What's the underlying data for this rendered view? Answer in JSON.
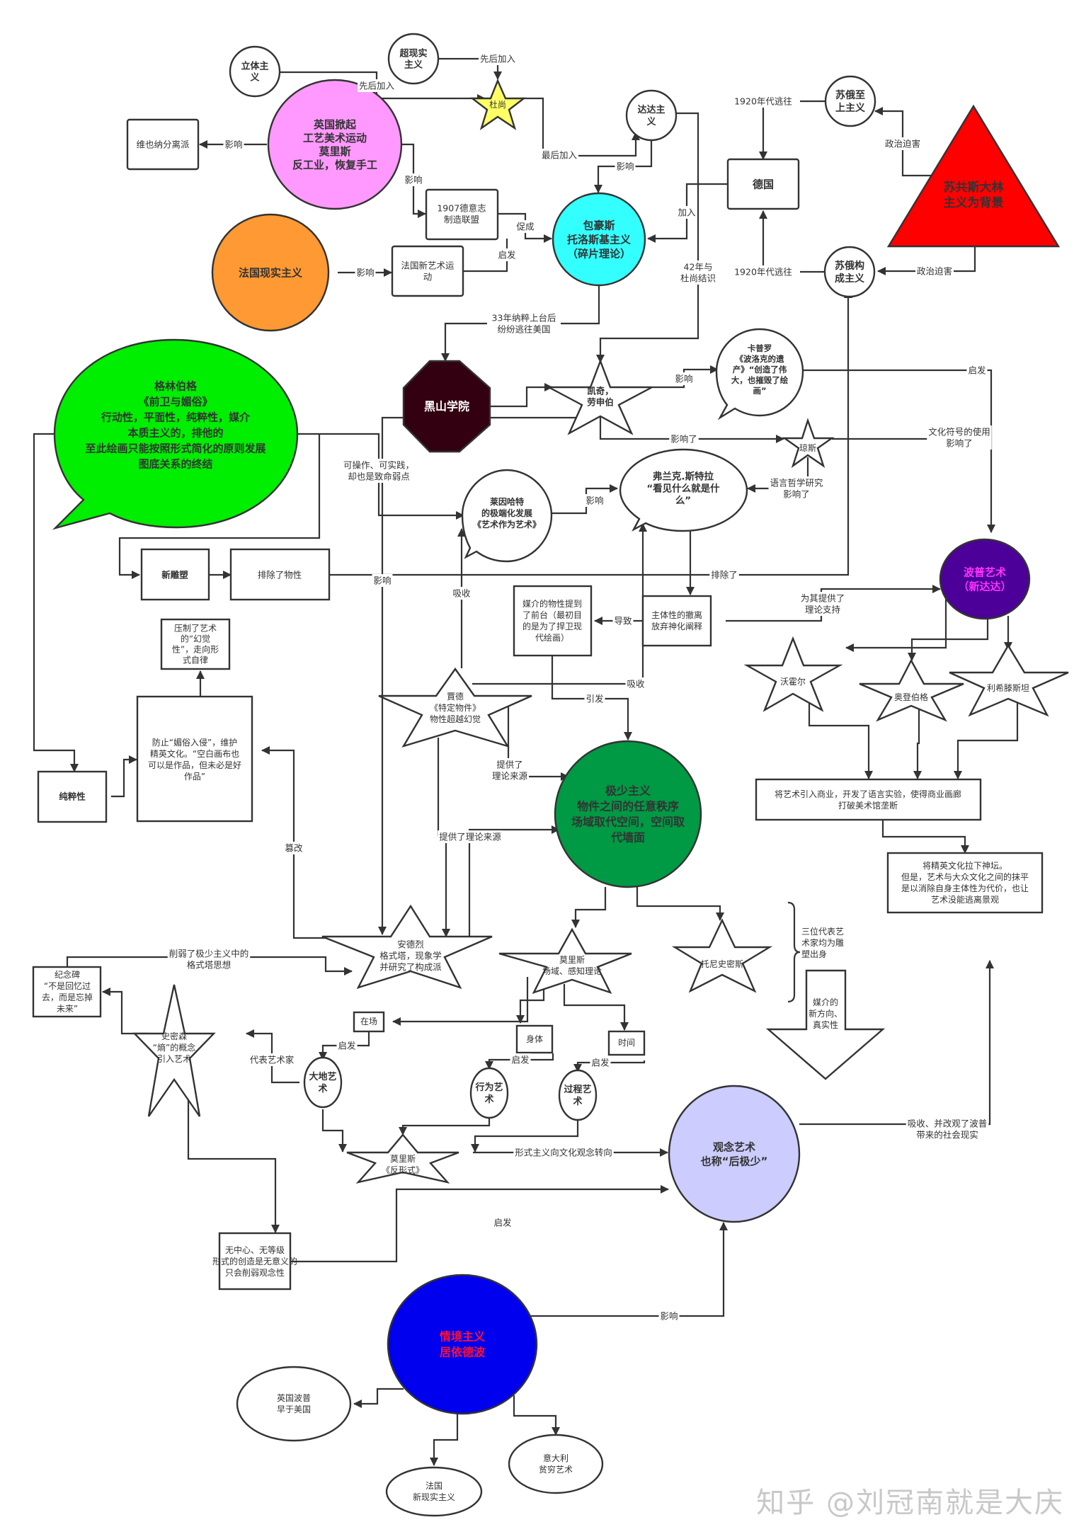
{
  "title": "现代艺术流派关系图",
  "watermark": "知乎 @刘冠南就是大庆",
  "colors": {
    "pink": "#FF99FF",
    "orange": "#FF9933",
    "cyan": "#33FFFF",
    "yellow_star": "#FFFF66",
    "red": "#FF0000",
    "green_bubble": "#00EE00",
    "dark_octagon": "#330011",
    "purple": "#4C0099",
    "pop_text": "#FF33FF",
    "minimal_green": "#009944",
    "lavender": "#CCCCFF",
    "blue": "#0000EE",
    "situ_text": "#FF1133"
  },
  "nodes": {
    "cubism": {
      "label": [
        "立体主",
        "义"
      ]
    },
    "surrealism": {
      "label": [
        "超现实",
        "主义"
      ]
    },
    "duchamp": {
      "label": [
        "杜尚"
      ]
    },
    "arts_crafts": {
      "label": [
        "英国掀起",
        "工艺美术运动",
        "莫里斯",
        "反工业，恢复手工"
      ]
    },
    "vienna": {
      "label": [
        "维也纳分离派"
      ]
    },
    "dada": {
      "label": [
        "达达主",
        "义"
      ]
    },
    "werkbund": {
      "label": [
        "1907德意志",
        "制造联盟"
      ]
    },
    "french_realism": {
      "label": [
        "法国现实主义"
      ]
    },
    "art_nouveau": {
      "label": [
        "法国新艺术运",
        "动"
      ]
    },
    "bauhaus": {
      "label": [
        "包豪斯",
        "托洛斯基主义",
        "（碎片理论）"
      ]
    },
    "germany": {
      "label": [
        "德国"
      ]
    },
    "suprematism": {
      "label": [
        "苏俄至",
        "上主义"
      ]
    },
    "constructivism": {
      "label": [
        "苏俄构",
        "成主义"
      ]
    },
    "stalin": {
      "label": [
        "苏共斯大林",
        "主义为背景"
      ]
    },
    "greenberg": {
      "label": [
        "格林伯格",
        "《前卫与媚俗》",
        "行动性，平面性，纯粹性，媒介",
        "本质主义的，排他的",
        "至此绘画只能按照形式简化的原则发展",
        "图底关系的终结"
      ]
    },
    "black_mountain": {
      "label": [
        "黑山学院"
      ]
    },
    "cage": {
      "label": [
        "凯奇，",
        "劳申伯"
      ]
    },
    "kaprow": {
      "label": [
        "卡普罗",
        "《波洛克的遗",
        "产》“创造了伟",
        "大，也摧毁了绘",
        "画”"
      ]
    },
    "johns": {
      "label": [
        "琼斯"
      ]
    },
    "reinhardt": {
      "label": [
        "莱因哈特",
        "的极端化发展",
        "《艺术作为艺术》"
      ]
    },
    "stella": {
      "label": [
        "弗兰克.斯特拉",
        "“看见什么就是什",
        "么”"
      ]
    },
    "new_sculpture": {
      "label": [
        "新雕塑"
      ]
    },
    "exclude_object": {
      "label": [
        "排除了物性"
      ]
    },
    "suppress": {
      "label": [
        "压制了艺术",
        "的“幻觉",
        "性”，走向形",
        "式自律"
      ]
    },
    "prevent_kitsch": {
      "label": [
        "防止“媚俗入侵”，维护",
        "精英文化。“空白画布也",
        "可以是作品，但未必是好",
        "作品”"
      ]
    },
    "purity": {
      "label": [
        "纯粹性"
      ]
    },
    "medium_front": {
      "label": [
        "媒介的物性提到",
        "了前台（最初目",
        "的是为了捍卫现",
        "代绘画）"
      ]
    },
    "subjectivity": {
      "label": [
        "主体性的撤离",
        "放弃神化阐释"
      ]
    },
    "pop_art": {
      "label": [
        "波普艺术",
        "（新达达）"
      ]
    },
    "judd": {
      "label": [
        "賈德",
        "《特定物件》",
        "物性超越幻觉"
      ]
    },
    "warhol": {
      "label": [
        "沃霍尔"
      ]
    },
    "oldenburg": {
      "label": [
        "奥登伯格"
      ]
    },
    "lichtenstein": {
      "label": [
        "利希滕斯坦"
      ]
    },
    "minimalism": {
      "label": [
        "极少主义",
        "物件之间的任意秩序",
        "场域取代空间，空间取",
        "代墙面"
      ]
    },
    "commerce": {
      "label": [
        "将艺术引入商业，开发了语言实验，使得商业画廊",
        "打破美术馆垄断"
      ]
    },
    "elite_down": {
      "label": [
        "将精英文化拉下神坛。",
        "但是，艺术与大众文化之间的抹平",
        "是以消除自身主体性为代价，也让",
        "艺术没能逃离景观"
      ]
    },
    "andre": {
      "label": [
        "安德烈",
        "格式塔，现象学",
        "并研究了构成派"
      ]
    },
    "morris_field": {
      "label": [
        "莫里斯",
        "场域、感知理论"
      ]
    },
    "tony_smith": {
      "label": [
        "托尼史密斯"
      ]
    },
    "sculptor_note": {
      "label": [
        "三位代表艺",
        "术家均为雕",
        "塑出身"
      ]
    },
    "medium_arrow": {
      "label": [
        "媒介的",
        "新方向、",
        "真实性"
      ]
    },
    "monument": {
      "label": [
        "纪念碑",
        "“不是回忆过",
        "去，而是忘掉",
        "未来”"
      ]
    },
    "smithson": {
      "label": [
        "史密森",
        "“熵”的概念",
        "引入艺术"
      ]
    },
    "presence": {
      "label": [
        "在场"
      ]
    },
    "body": {
      "label": [
        "身体"
      ]
    },
    "time": {
      "label": [
        "时间"
      ]
    },
    "land_art": {
      "label": [
        "大地艺",
        "术"
      ]
    },
    "performance": {
      "label": [
        "行为艺",
        "术"
      ]
    },
    "process": {
      "label": [
        "过程艺",
        "术"
      ]
    },
    "antiform": {
      "label": [
        "莫里斯",
        "《反形式》"
      ]
    },
    "conceptual": {
      "label": [
        "观念艺术",
        "也称“后极少”"
      ]
    },
    "no_center": {
      "label": [
        "无中心、无等级",
        "形式的创造是无意义的",
        "只会削弱观念性"
      ]
    },
    "situationism": {
      "label": [
        "情境主义",
        "居依德波"
      ]
    },
    "uk_pop": {
      "label": [
        "英国波普",
        "早于美国"
      ]
    },
    "fr_new_realism": {
      "label": [
        "法国",
        "新现实主义"
      ]
    },
    "arte_povera": {
      "label": [
        "意大利",
        "贫穷艺术"
      ]
    }
  },
  "edge_labels": {
    "join_in_1": "先后加入",
    "join_in_2": "先后加入",
    "last_join": "最后加入",
    "influence_vienna": "影响",
    "influence_werkbund": "影响",
    "influence_nouveau": "影响",
    "promote": "促成",
    "inspire_bauhaus": "启发",
    "influence_dada": "影响",
    "join_germany": "加入",
    "flee_1920_a": "1920年代逃往",
    "flee_1920_b": "1920年代逃往",
    "persecute_a": "政治迫害",
    "persecute_b": "政治迫害",
    "meet_duchamp": [
      "42年与",
      "杜尚结识"
    ],
    "nazi_flee": [
      "33年纳粹上台后",
      "纷纷逃往美国"
    ],
    "influence_kaprow": "影响",
    "influenced_johns": "影响了",
    "inspire_pop": "启发",
    "cultural_symbols": [
      "文化符号的使用",
      "影响了"
    ],
    "language_philosophy": [
      "语言哲学研究",
      "影响了"
    ],
    "operable": [
      "可操作、可实践，",
      "却也是致命弱点"
    ],
    "influence_stella": "影响",
    "excluded": "排除了",
    "influence_andre": "影响",
    "absorb_1": "吸收",
    "absorb_2": "吸收",
    "theory_support": [
      "为其提供了",
      "理论支持"
    ],
    "lead_to": "导致",
    "trigger": "引发",
    "theory_source_1": [
      "提供了",
      "理论来源"
    ],
    "theory_source_2": "提供了理论来源",
    "tamper": "篡改",
    "weaken_gestalt": [
      "削弱了极少主义中的",
      "格式塔思想"
    ],
    "rep_artist": "代表艺术家",
    "inspire_land": "启发",
    "inspire_perf": "启发",
    "inspire_proc": "启发",
    "formal_turn": "形式主义向文化观念转向",
    "inspire_concept": "启发",
    "influence_situ": "影响",
    "absorb_pop": [
      "吸收、并改观了波普",
      "带来的社会现实"
    ]
  }
}
